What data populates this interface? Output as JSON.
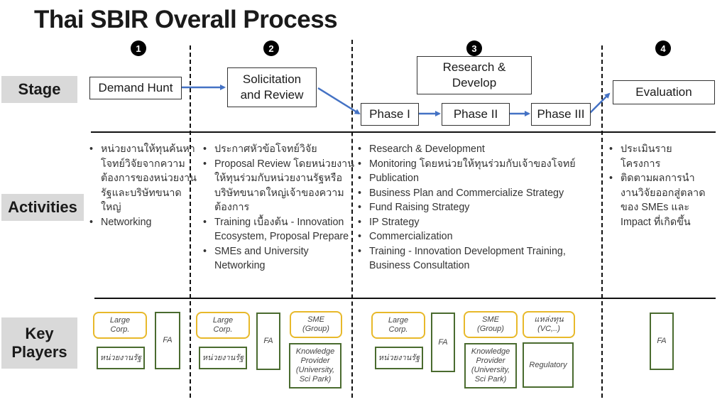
{
  "title": "Thai SBIR Overall Process",
  "row_labels": {
    "stage": "Stage",
    "activities": "Activities",
    "key_players": "Key Players"
  },
  "step_numbers": [
    "1",
    "2",
    "3",
    "4"
  ],
  "stages": {
    "demand_hunt": "Demand Hunt",
    "solicitation": "Solicitation and Review",
    "research_develop": "Research & Develop",
    "phase1": "Phase I",
    "phase2": "Phase II",
    "phase3": "Phase III",
    "evaluation": "Evaluation"
  },
  "activities": {
    "col1": [
      "หน่วยงานให้ทุนค้นหาโจทย์วิจัยจากความต้องการของหน่วยงานรัฐและบริษัทขนาดใหญ่",
      "Networking"
    ],
    "col2": [
      "ประกาศหัวข้อโจทย์วิจัย",
      "Proposal Review โดยหน่วยงานให้ทุนร่วมกับหน่วยงานรัฐหรือบริษัทขนาดใหญ่เจ้าของความต้องการ",
      "Training เบื้องต้น - Innovation Ecosystem, Proposal Prepare",
      "SMEs and University Networking"
    ],
    "col3": [
      "Research & Development",
      "Monitoring โดยหน่วยให้ทุนร่วมกับเจ้าของโจทย์",
      "Publication",
      "Business Plan and Commercialize Strategy",
      "Fund Raising Strategy",
      "IP Strategy",
      "Commercialization",
      "Training - Innovation Development Training, Business Consultation"
    ],
    "col4": [
      "ประเมินรายโครงการ",
      "ติดตามผลการนำงานวิจัยออกสู่ตลาดของ SMEs และ Impact ที่เกิดขึ้น"
    ]
  },
  "key_players": {
    "large_corp": "Large Corp.",
    "gov_agency": "หน่วยงานรัฐ",
    "fa": "FA",
    "sme_group": "SME (Group)",
    "knowledge_provider": "Knowledge Provider (University, Sci Park)",
    "funding_source": "แหล่งทุน (VC,..)",
    "regulatory": "Regulatory"
  },
  "colors": {
    "arrow": "#4472c4",
    "label_bg": "#d9d9d9",
    "yellow_border": "#e8b92a",
    "green_border": "#4a6b2f"
  }
}
